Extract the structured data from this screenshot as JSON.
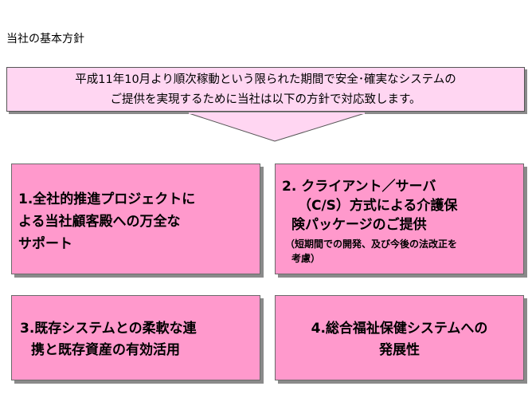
{
  "title": "当社の基本方針",
  "intro": {
    "line1": "平成11年10月より順次稼動という限られた期間で安全･確実なシステムの",
    "line2": "ご提供を実現するために当社は以下の方針で対応致します。"
  },
  "policies": [
    {
      "lines": [
        "1.全社的推進プロジェクトに",
        "よる当社顧客殿への万全な",
        "サポート"
      ]
    },
    {
      "lines": [
        "2. クライアント／サーバ",
        "（C/S）方式による介護保",
        "険パッケージのご提供"
      ],
      "note": [
        "（短期間での開発、及び今後の法改正を",
        "考慮）"
      ]
    },
    {
      "lines": [
        "3.既存システムとの柔軟な連",
        "携と既存資産の有効活用"
      ]
    },
    {
      "lines": [
        "4.総合福祉保健システムへの",
        "発展性"
      ]
    }
  ],
  "colors": {
    "intro_fill": "#ffd6f2",
    "card_fill": "#ff99cc",
    "shadow": "#8a8a8a"
  }
}
